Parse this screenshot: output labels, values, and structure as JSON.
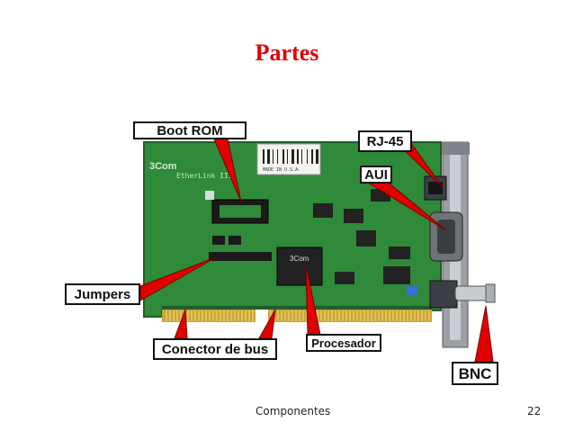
{
  "slide": {
    "title": "Partes",
    "footer_text": "Componentes",
    "page_number": "22"
  },
  "colors": {
    "title": "#e00000",
    "arrow_fill": "#e00000",
    "board": "#2f8a3a",
    "board_dark": "#1f5e28"
  },
  "board": {
    "brand": "3Com",
    "model_text": "EtherLink III",
    "chip_label": "3Com",
    "sticker_text": "MADE IN U.S.A."
  },
  "labels": {
    "boot_rom": "Boot ROM",
    "rj45": "RJ-45",
    "aui": "AUI",
    "jumpers": "Jumpers",
    "conector_bus": "Conector de bus",
    "procesador": "Procesador",
    "bnc": "BNC"
  }
}
